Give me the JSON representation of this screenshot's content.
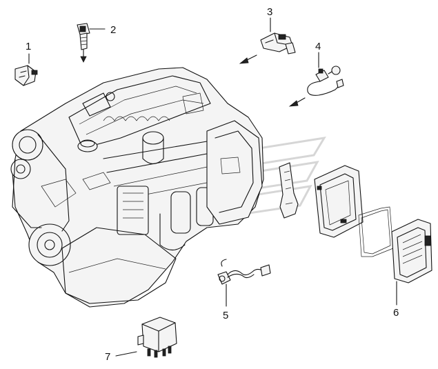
{
  "callouts": [
    {
      "id": "1",
      "label": "1"
    },
    {
      "id": "2",
      "label": "2"
    },
    {
      "id": "3",
      "label": "3"
    },
    {
      "id": "4",
      "label": "4"
    },
    {
      "id": "5",
      "label": "5"
    },
    {
      "id": "6",
      "label": "6"
    },
    {
      "id": "7",
      "label": "7"
    }
  ],
  "colors": {
    "ink": "#111111",
    "background": "#ffffff",
    "watermark": "#d6d6d6"
  }
}
